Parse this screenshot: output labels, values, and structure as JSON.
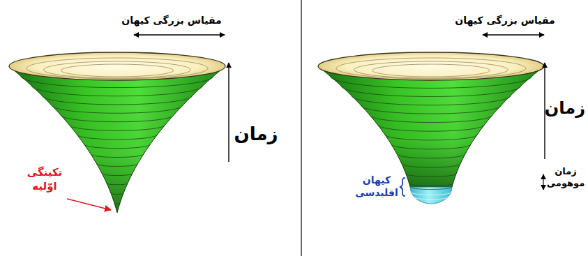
{
  "diagram": {
    "labels": [
      "مقیاس بزرگی کیهان",
      "زمان",
      "تکینگی اوّلیه",
      "مقیاس بزرگی کیهان",
      "زمان",
      "کیهان اقلیدسی",
      "زمان موهومی"
    ]
  }
}
